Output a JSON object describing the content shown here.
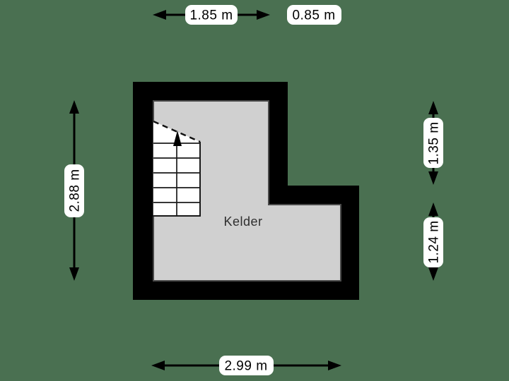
{
  "plan": {
    "room_label": "Kelder",
    "dimensions": {
      "top_width_main": "1.85 m",
      "top_width_side": "0.85 m",
      "left_height": "2.88 m",
      "right_height_upper": "1.35 m",
      "right_height_lower": "1.24 m",
      "bottom_width": "2.99 m"
    }
  },
  "colors": {
    "background": "#4A7051",
    "wall": "#000000",
    "floor_fill": "#D0D0D0",
    "floor_border": "#4A4A4A",
    "stair_fill": "#FFFFFF",
    "dimension_label_bg": "#FFFFFF",
    "dimension_text": "#000000",
    "room_label_text": "#2E2E2E"
  }
}
